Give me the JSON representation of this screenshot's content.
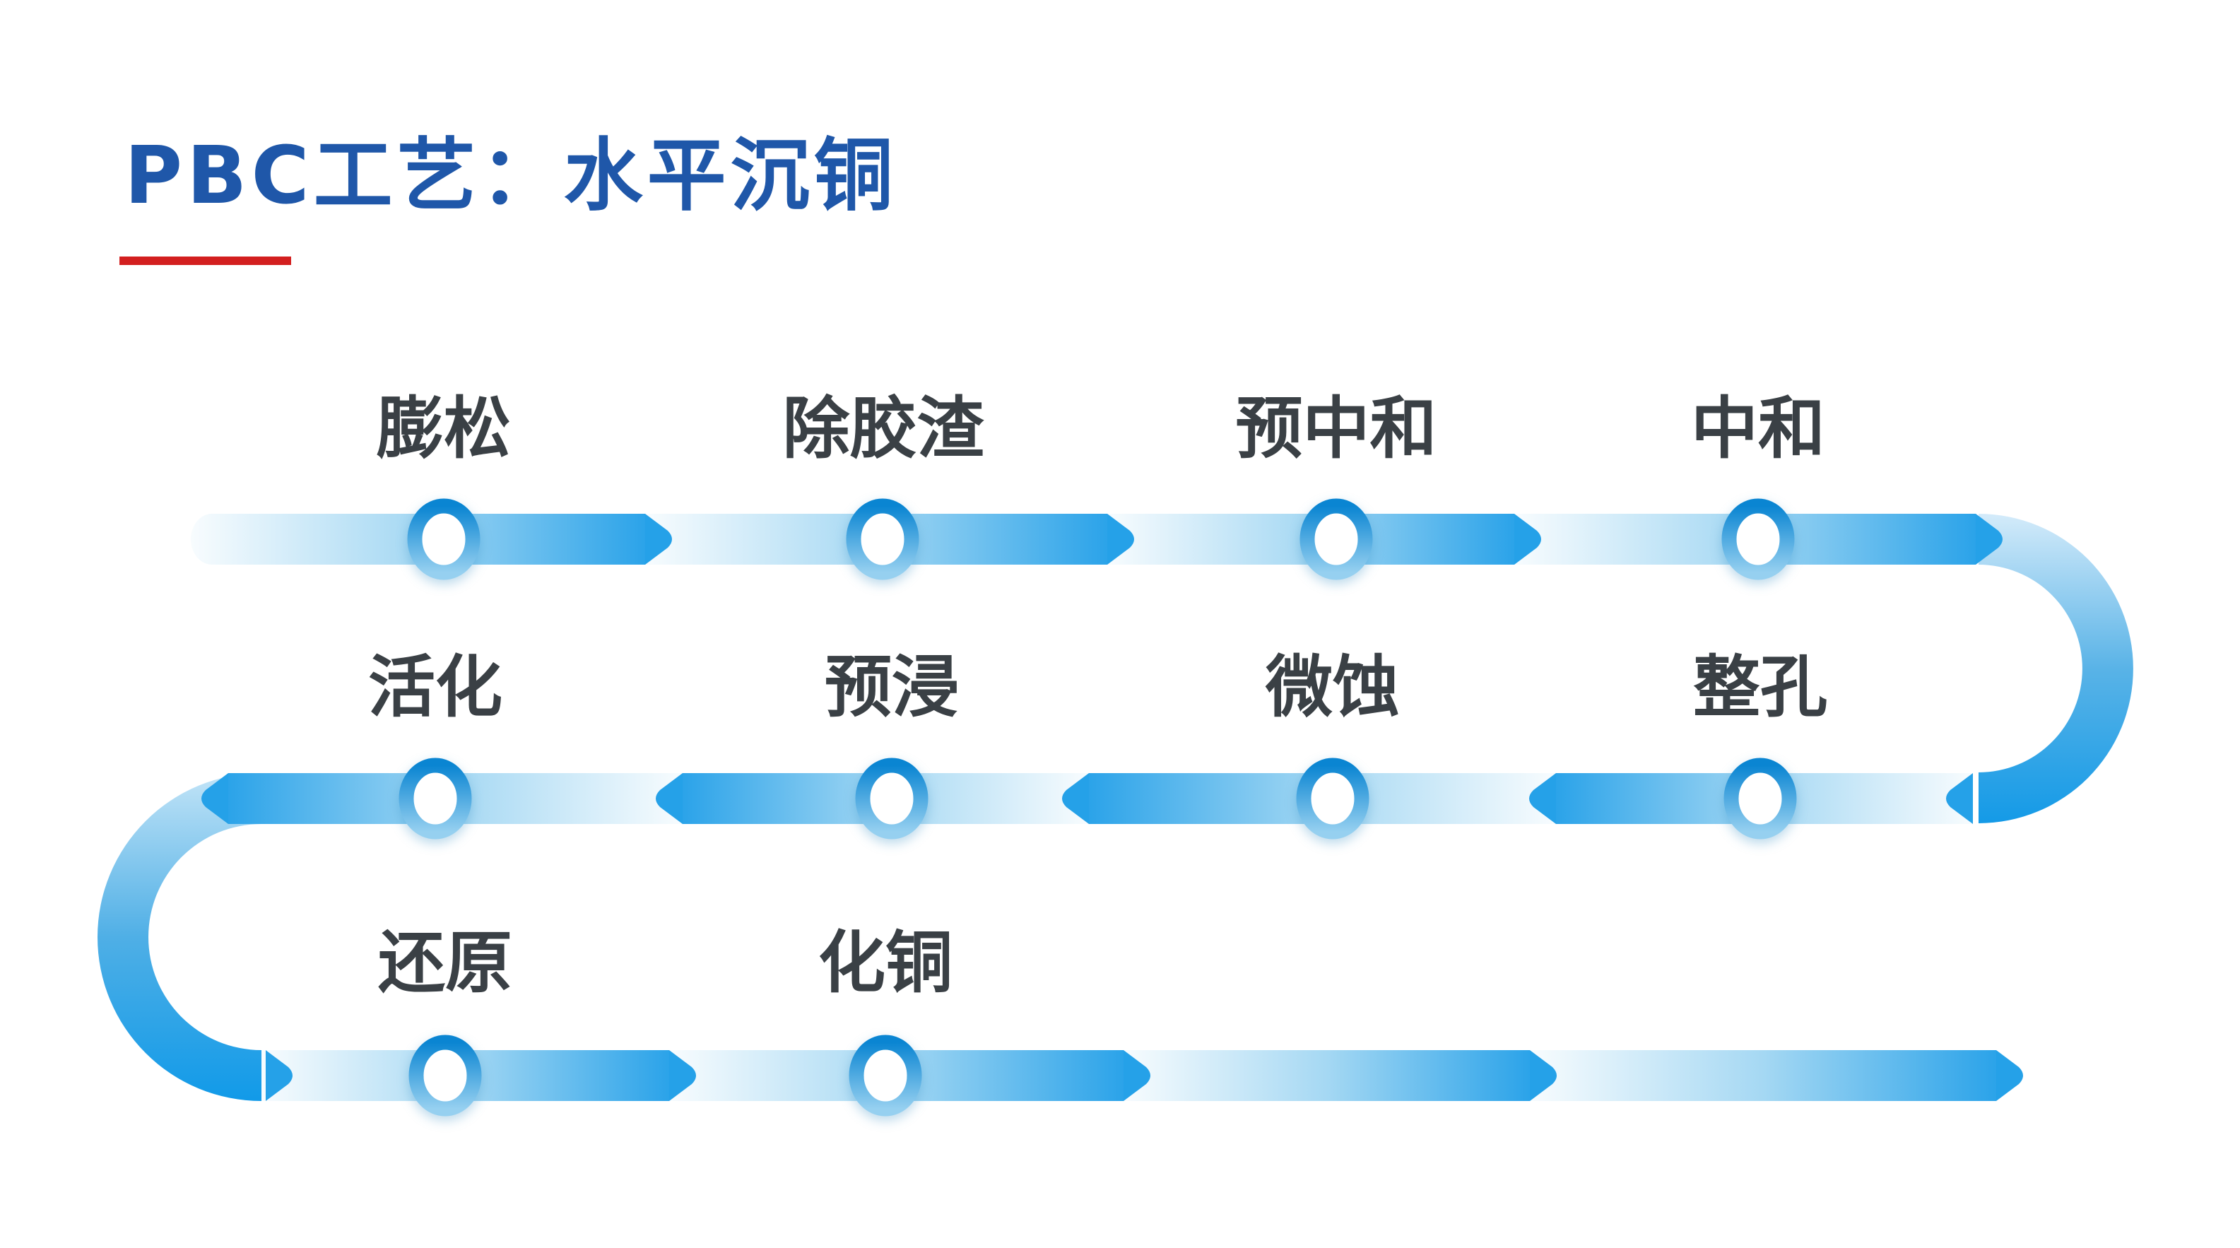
{
  "title": "PBC工艺：水平沉铜",
  "colors": {
    "title_blue": "#1F57A9",
    "underline_red": "#D31F1F",
    "band_blue": "#2BA3E9",
    "chevron_blue": "#25A1E8",
    "label_gray": "#3A4045"
  },
  "flow": {
    "layout": "serpentine",
    "rows": [
      {
        "row": 1,
        "direction": "right",
        "steps": [
          "膨松",
          "除胶渣",
          "预中和",
          "中和"
        ]
      },
      {
        "row": 2,
        "direction": "left",
        "steps": [
          "整孔",
          "微蚀",
          "预浸",
          "活化"
        ]
      },
      {
        "row": 3,
        "direction": "right",
        "steps": [
          "还原",
          "化铜"
        ]
      }
    ],
    "nodes": [
      {
        "step": 1,
        "label": "膨松"
      },
      {
        "step": 2,
        "label": "除胶渣"
      },
      {
        "step": 3,
        "label": "预中和"
      },
      {
        "step": 4,
        "label": "中和"
      },
      {
        "step": 5,
        "label": "整孔"
      },
      {
        "step": 6,
        "label": "微蚀"
      },
      {
        "step": 7,
        "label": "预浸"
      },
      {
        "step": 8,
        "label": "活化"
      },
      {
        "step": 9,
        "label": "还原"
      },
      {
        "step": 10,
        "label": "化铜"
      }
    ]
  }
}
